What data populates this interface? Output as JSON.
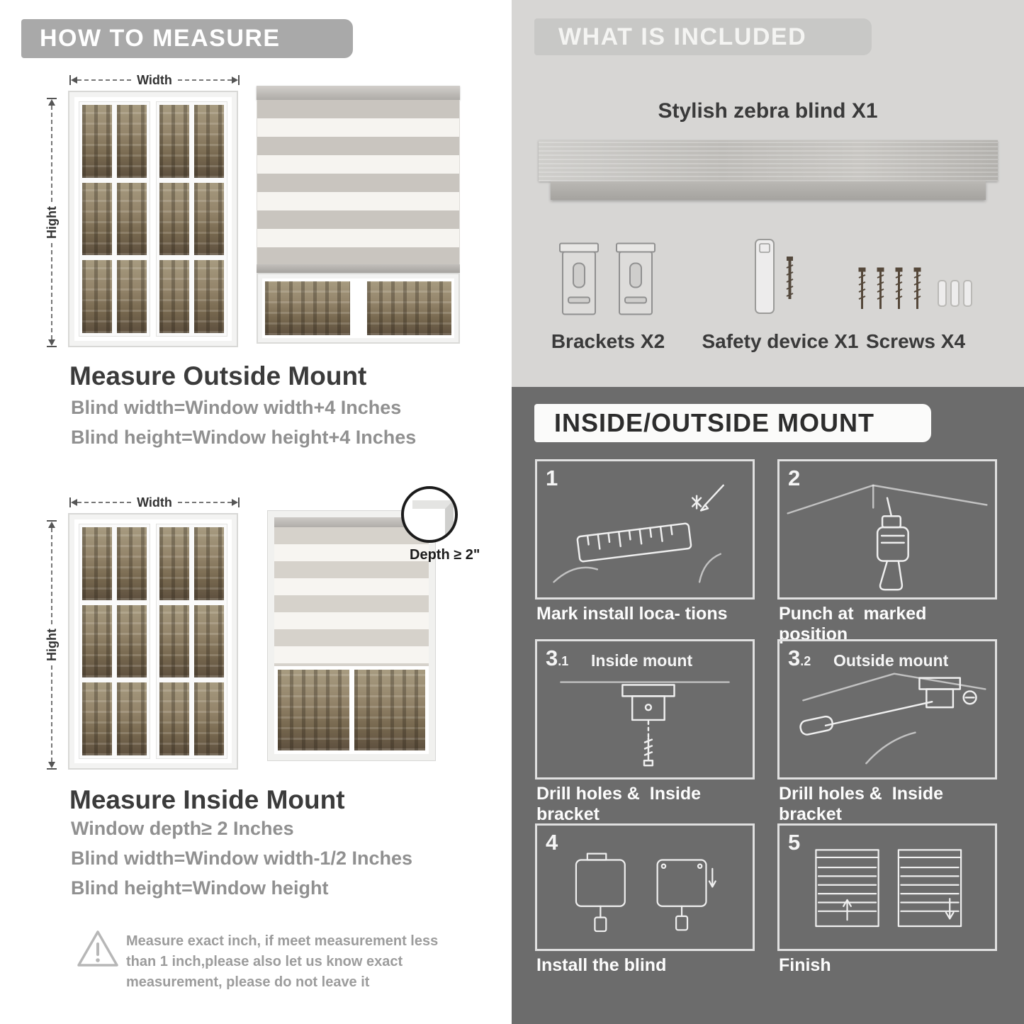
{
  "measure": {
    "header": "HOW TO MEASURE",
    "width_label": "Width",
    "height_label": "Hight",
    "outside": {
      "title": "Measure Outside Mount",
      "lines": [
        "Blind width=Window width+4 Inches",
        "Blind height=Window height+4 Inches"
      ]
    },
    "inside": {
      "title": "Measure Inside Mount",
      "depth_label": "Depth ≥ 2\"",
      "lines": [
        "Window depth≥ 2 Inches",
        "Blind width=Window width-1/2 Inches",
        "Blind height=Window height"
      ]
    },
    "warning_text": "Measure exact inch, if meet measurement less than 1 inch,please also let us know exact measurement, please do not leave it"
  },
  "included": {
    "header": "WHAT IS INCLUDED",
    "product_label": "Stylish zebra blind X1",
    "items": [
      {
        "label": "Brackets X2"
      },
      {
        "label": "Safety device X1"
      },
      {
        "label": "Screws X4"
      }
    ]
  },
  "mount": {
    "header": "INSIDE/OUTSIDE MOUNT",
    "steps": [
      {
        "num": "1",
        "num_sub": "",
        "label": "",
        "caption": "Mark install loca- tions"
      },
      {
        "num": "2",
        "num_sub": "",
        "label": "",
        "caption": "Punch at  marked position"
      },
      {
        "num": "3",
        "num_sub": ".1",
        "label": "Inside mount",
        "caption": "Drill holes &  Inside bracket"
      },
      {
        "num": "3",
        "num_sub": ".2",
        "label": "Outside mount",
        "caption": "Drill holes &  Inside bracket"
      },
      {
        "num": "4",
        "num_sub": "",
        "label": "",
        "caption": "Install the blind"
      },
      {
        "num": "5",
        "num_sub": "",
        "label": "",
        "caption": "Finish"
      }
    ]
  }
}
